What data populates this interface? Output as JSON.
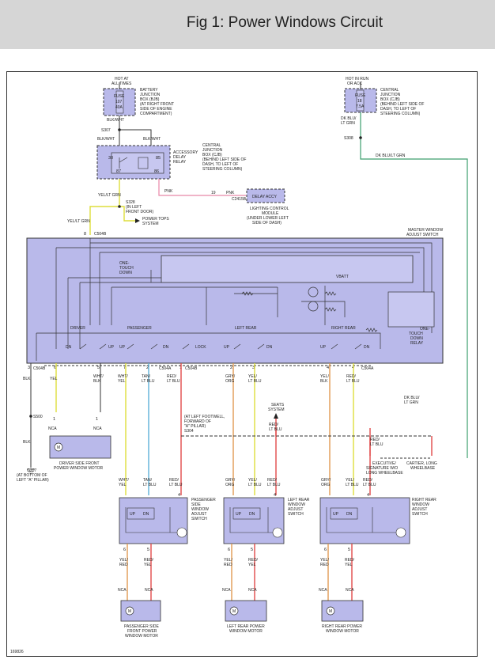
{
  "header": {
    "title": "Fig 1: Power Windows Circuit"
  },
  "fuse_left": {
    "label": "FUSE",
    "number": "107",
    "rating": "40A"
  },
  "fuse_right": {
    "label": "FUSE",
    "number": "18",
    "rating": "7.5A"
  },
  "labels": {
    "hot_at_all_times": [
      "HOT AT",
      "ALL TIMES"
    ],
    "bjb": [
      "BATTERY",
      "JUNCTION",
      "BOX (BJB)",
      "(AT RIGHT FRONT",
      "SIDE OF ENGINE",
      "COMPARTMENT)"
    ],
    "hot_in_run": [
      "HOT IN RUN",
      "OR ACC"
    ],
    "cjb_right": [
      "CENTRAL",
      "JUNCTION",
      "BOX (CJB)",
      "(BEHIND LEFT SIDE OF",
      "DASH, TO LEFT OF",
      "STEERING COLUMN)"
    ],
    "cjb_relay": [
      "CENTRAL",
      "JUNCTION",
      "BOX (CJB)",
      "(BEHIND LEFT SIDE OF",
      "DASH, TO LEFT OF",
      "STEERING COLUMN)"
    ],
    "accessory_delay": [
      "ACCESSORY",
      "DELAY",
      "RELAY"
    ],
    "delay_accy": "DELAY ACCY",
    "lcm": [
      "LIGHTING CONTROL",
      "MODULE",
      "(UNDER LOWER LEFT",
      "SIDE OF DASH)"
    ],
    "s328": [
      "S328",
      "(IN LEFT",
      "FRONT DOOR)"
    ],
    "power_tops": [
      "POWER TOPS",
      "SYSTEM"
    ],
    "master_switch": [
      "MASTER WINDOW",
      "ADJUST SWITCH"
    ],
    "one_touch_down": [
      "ONE-",
      "TOUCH",
      "DOWN"
    ],
    "one_touch_relay": [
      "ONE-",
      "TOUCH",
      "DOWN",
      "RELAY"
    ],
    "vbatt": "VBATT",
    "seats_system": [
      "SEATS",
      "SYSTEM"
    ],
    "left_footwell": [
      "(AT LEFT FOOTWELL,",
      "FORWARD OF",
      "\"A\" PILLAR)",
      "S304"
    ],
    "executive": [
      "EXECUTIVE/",
      "SIGNATURE W/O",
      "LONG WHEELBASE"
    ],
    "cartier": [
      "CARTIER, LONG",
      "WHEELBASE"
    ],
    "driver_motor": [
      "DRIVER SIDE FRONT",
      "POWER WINDOW MOTOR"
    ],
    "g207": [
      "G207",
      "(AT BOTTOM OF",
      "LEFT \"A\" PILLAR)"
    ],
    "pass_switch": [
      "PASSENGER",
      "SIDE",
      "WINDOW",
      "ADJUST",
      "SWITCH"
    ],
    "lr_switch": [
      "LEFT REAR",
      "WINDOW",
      "ADJUST",
      "SWITCH"
    ],
    "rr_switch": [
      "RIGHT REAR",
      "WINDOW",
      "ADJUST",
      "SWITCH"
    ],
    "pass_motor": [
      "PASSENGER SIDE",
      "FRONT POWER",
      "WINDOW MOTOR"
    ],
    "lr_motor": [
      "LEFT REAR POWER",
      "WINDOW MOTOR"
    ],
    "rr_motor": [
      "RIGHT REAR POWER",
      "WINDOW MOTOR"
    ],
    "fig_number": "169826"
  },
  "sections": {
    "driver": "DRIVER",
    "passenger": "PASSENGER",
    "left_rear": "LEFT REAR",
    "right_rear": "RIGHT REAR",
    "lock": "LOCK"
  },
  "switch_words": {
    "up": "UP",
    "dn": "DN",
    "nca": "NCA"
  },
  "connectors": {
    "c504b": "C504B",
    "c504a": "C504A",
    "c2415b": "C2415B",
    "s307": "S307",
    "s308": "S308",
    "s500": "S500"
  },
  "wires": {
    "blk_wht": "BLK/WHT",
    "pnk": "PNK",
    "yel_lt_grn": "YEL/LT GRN",
    "dk_blu_lt_grn": "DK BLU/LT GRN",
    "dk_blu_lt_grn_short": [
      "DK BLU/",
      "LT GRN"
    ],
    "blk": "BLK",
    "yel": "YEL",
    "wht_blk": [
      "WHT/",
      "BLK"
    ],
    "wht_yel": [
      "WHT/",
      "YEL"
    ],
    "tan_lt_blu": [
      "TAN/",
      "LT BLU"
    ],
    "red_lt_blu": [
      "RED/",
      "LT BLU"
    ],
    "gry_org": [
      "GRY/",
      "ORG"
    ],
    "yel_lt_blu": [
      "YEL/",
      "LT BLU"
    ],
    "yel_blk": [
      "YEL/",
      "BLK"
    ],
    "red_yel": [
      "RED/",
      "YEL"
    ],
    "yel_red": [
      "YEL/",
      "RED"
    ]
  },
  "pins": {
    "relay": [
      "30",
      "85",
      "87",
      "86"
    ],
    "lcm_pin": "19",
    "fuse_pin": "8",
    "master": [
      "3",
      "6",
      "5",
      "7",
      "2",
      "2",
      "1",
      "3",
      "4"
    ],
    "door": [
      "1",
      "3",
      "4",
      "6",
      "5"
    ]
  }
}
